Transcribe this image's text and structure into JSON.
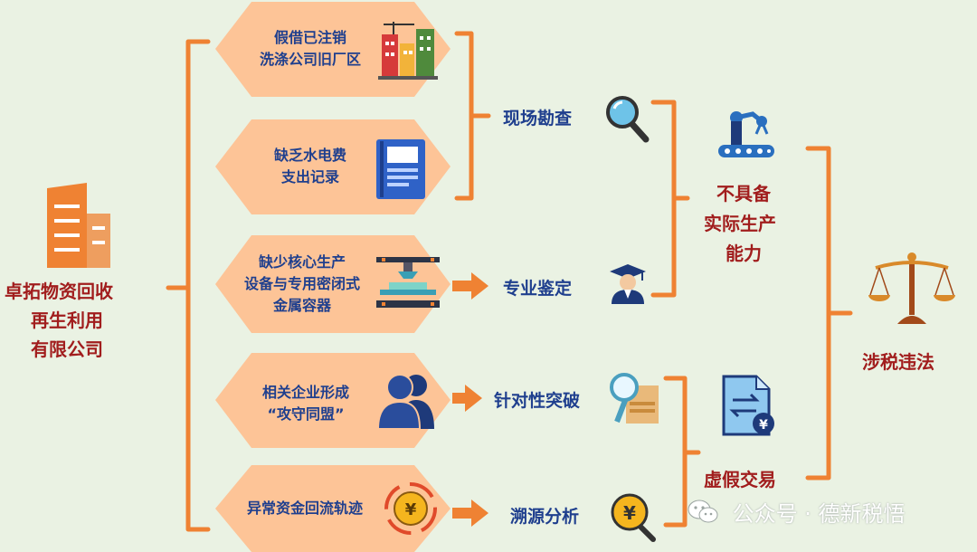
{
  "company": [
    "卓拓物资回收",
    "再生利用",
    "有限公司"
  ],
  "cards": [
    {
      "lines": [
        "假借已注销",
        "洗涤公司旧厂区"
      ],
      "icon": "buildings-icon"
    },
    {
      "lines": [
        "缺乏水电费",
        "支出记录"
      ],
      "icon": "ledger-book-icon"
    },
    {
      "lines": [
        "缺少核心生产",
        "设备与专用密闭式",
        "金属容器"
      ],
      "icon": "production-line-icon"
    },
    {
      "lines": [
        "相关企业形成",
        "“攻守同盟”"
      ],
      "icon": "people-icon"
    },
    {
      "lines": [
        "异常资金回流轨迹"
      ],
      "icon": "yuan-cycle-icon"
    }
  ],
  "methods": [
    "现场勘查",
    "专业鉴定",
    "针对性突破",
    "溯源分析"
  ],
  "findings": [
    {
      "lines": [
        "不具备",
        "实际生产",
        "能力"
      ],
      "icon": "robot-arm-icon"
    },
    {
      "lines": [
        "虚假交易"
      ],
      "icon": "invoice-exchange-icon"
    }
  ],
  "conclusion": {
    "label": "涉税违法",
    "icon": "scales-icon"
  },
  "watermark": {
    "text": "公众号 · 德新税悟",
    "icon": "wechat-icon"
  },
  "colors": {
    "orange": "#ef8233",
    "card": "#fdc497",
    "navy": "#1f3f8e",
    "dark_red": "#a11d1d",
    "background": "#eaf2e3"
  }
}
